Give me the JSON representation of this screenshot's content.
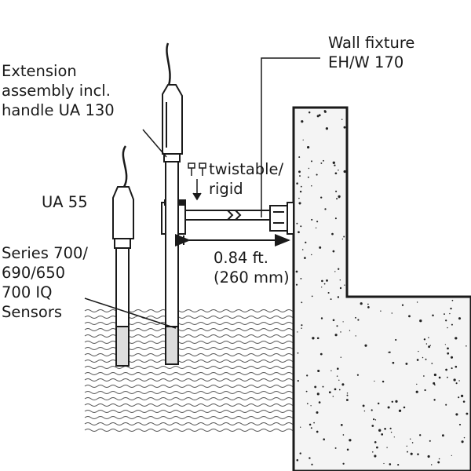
{
  "labels": {
    "wall_fixture": [
      "Wall fixture",
      "EH/W 170"
    ],
    "extension": [
      "Extension",
      "assembly incl.",
      "handle UA 130"
    ],
    "twistable": [
      "twistable/",
      "rigid"
    ],
    "ua55": "UA 55",
    "sensors": [
      "Series 700/",
      "690/650",
      "700 IQ",
      "Sensors"
    ],
    "distance": [
      "0.84 ft.",
      "(260 mm)"
    ]
  }
}
